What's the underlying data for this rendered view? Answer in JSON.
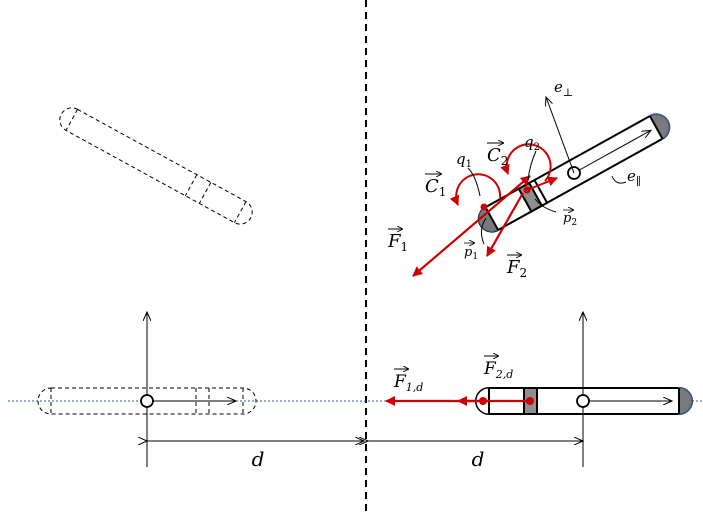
{
  "labels": {
    "d_left": "d",
    "d_right": "d",
    "e_perp": "e",
    "e_perp_sub": "⊥",
    "e_par": "e",
    "e_par_sub": "∥",
    "q1": "q",
    "q1_sub": "1",
    "q2": "q",
    "q2_sub": "2",
    "C1": "C",
    "C1_sub": "1",
    "C2": "C",
    "C2_sub": "2",
    "F1": "F",
    "F1_sub": "1",
    "F2": "F",
    "F2_sub": "2",
    "p1": "p",
    "p1_sub": "1",
    "p2": "p",
    "p2_sub": "2",
    "F1d": "F",
    "F1d_sub": "1,d",
    "F2d": "F",
    "F2d_sub": "2,d"
  },
  "colors": {
    "force": "#cc0000",
    "axis_line": "#2f5f9e",
    "tip_fill": "#7a7a7a",
    "tip_edge": "#3a5f8f",
    "segment_fill": "#8f8f8f"
  }
}
